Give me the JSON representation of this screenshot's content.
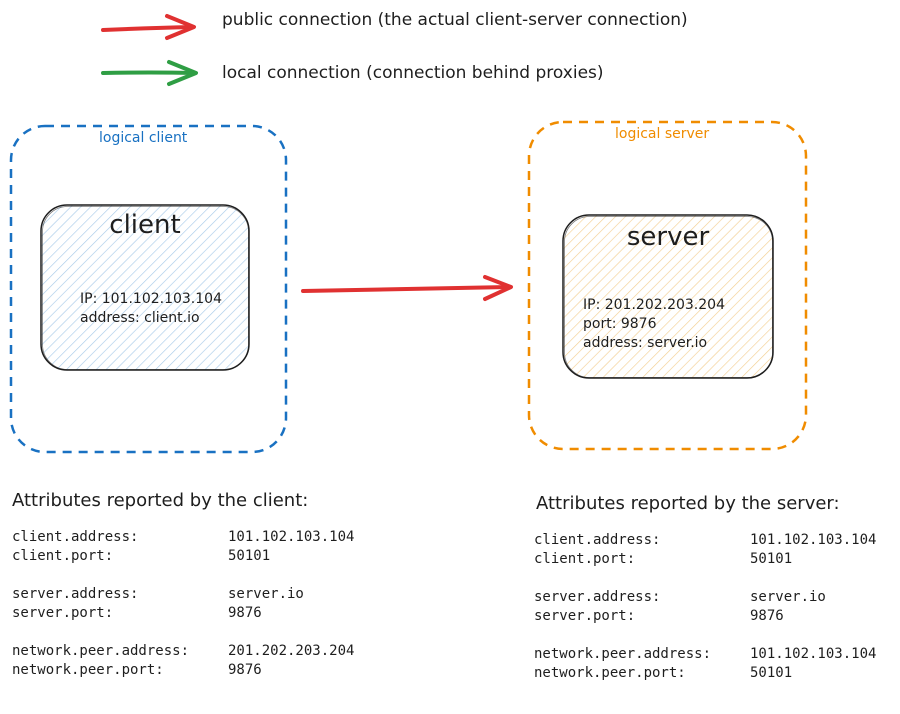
{
  "colors": {
    "public": "#e03131",
    "local": "#2f9e44",
    "client_border": "#1971c2",
    "server_border": "#f08c00",
    "client_fill": "#cfe3f5",
    "server_fill": "#fbe3bd",
    "ink": "#1e1e1e"
  },
  "legend": {
    "public_label": "public connection (the actual client-server connection)",
    "local_label": "local connection (connection behind proxies)"
  },
  "groups": {
    "client_label": "logical client",
    "server_label": "logical server"
  },
  "nodes": {
    "client": {
      "title": "client",
      "lines": [
        "IP: 101.102.103.104",
        "address: client.io"
      ]
    },
    "server": {
      "title": "server",
      "lines": [
        "IP: 201.202.203.204",
        "port: 9876",
        "address: server.io"
      ]
    }
  },
  "attributes": {
    "client": {
      "heading": "Attributes reported by the client:",
      "groups": [
        [
          [
            "client.address:",
            "101.102.103.104"
          ],
          [
            "client.port:",
            "50101"
          ]
        ],
        [
          [
            "server.address:",
            "server.io"
          ],
          [
            "server.port:",
            "9876"
          ]
        ],
        [
          [
            "network.peer.address:",
            "201.202.203.204"
          ],
          [
            "network.peer.port:",
            "9876"
          ]
        ]
      ]
    },
    "server": {
      "heading": "Attributes reported by the server:",
      "groups": [
        [
          [
            "client.address:",
            "101.102.103.104"
          ],
          [
            "client.port:",
            "50101"
          ]
        ],
        [
          [
            "server.address:",
            "server.io"
          ],
          [
            "server.port:",
            "9876"
          ]
        ],
        [
          [
            "network.peer.address:",
            "101.102.103.104"
          ],
          [
            "network.peer.port:",
            "50101"
          ]
        ]
      ]
    }
  }
}
